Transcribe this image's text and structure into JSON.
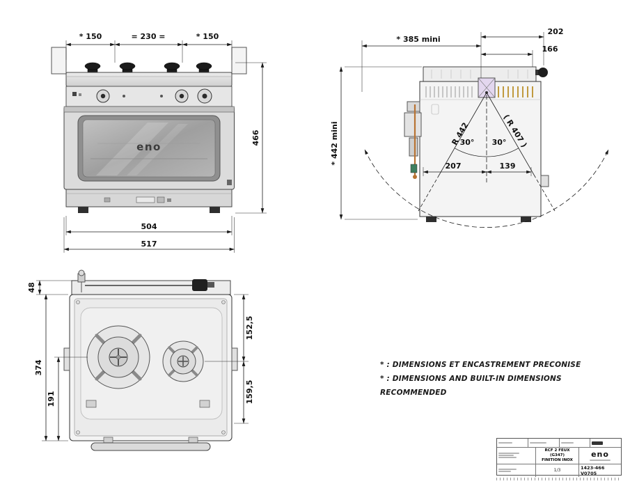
{
  "front_view": {
    "logo": "eno",
    "dims": {
      "top_left": "* 150",
      "top_center": "= 230 =",
      "top_right": "* 150",
      "height": "466",
      "width_inner": "504",
      "width_outer": "517"
    }
  },
  "side_view": {
    "dims": {
      "built_in_width": "* 385 mini",
      "depth_overall": "202",
      "depth_rear": "166",
      "built_in_height": "* 442 mini",
      "radius_main": "R 442",
      "radius_alt": "( R 407 )",
      "swing_left": "30°",
      "swing_right": "30°",
      "pivot_front": "207",
      "pivot_rear": "139"
    }
  },
  "top_view": {
    "dims": {
      "rear_rail": "48",
      "depth": "374",
      "front_to_burner": "191",
      "rear_to_small_burner": "152,5",
      "small_burner_front": "159,5"
    }
  },
  "notes": {
    "line_fr": "* : DIMENSIONS ET ENCASTREMENT PRECONISE",
    "line_en": "* : DIMENSIONS AND BUILT-IN DIMENSIONS RECOMMENDED"
  },
  "title_block": {
    "brand": "eno",
    "model_line1": "RCF 2 FEUX (G347)",
    "model_line2": "FINITION INOX",
    "doc_number": "1423-466 V0705",
    "page": "1/3"
  }
}
